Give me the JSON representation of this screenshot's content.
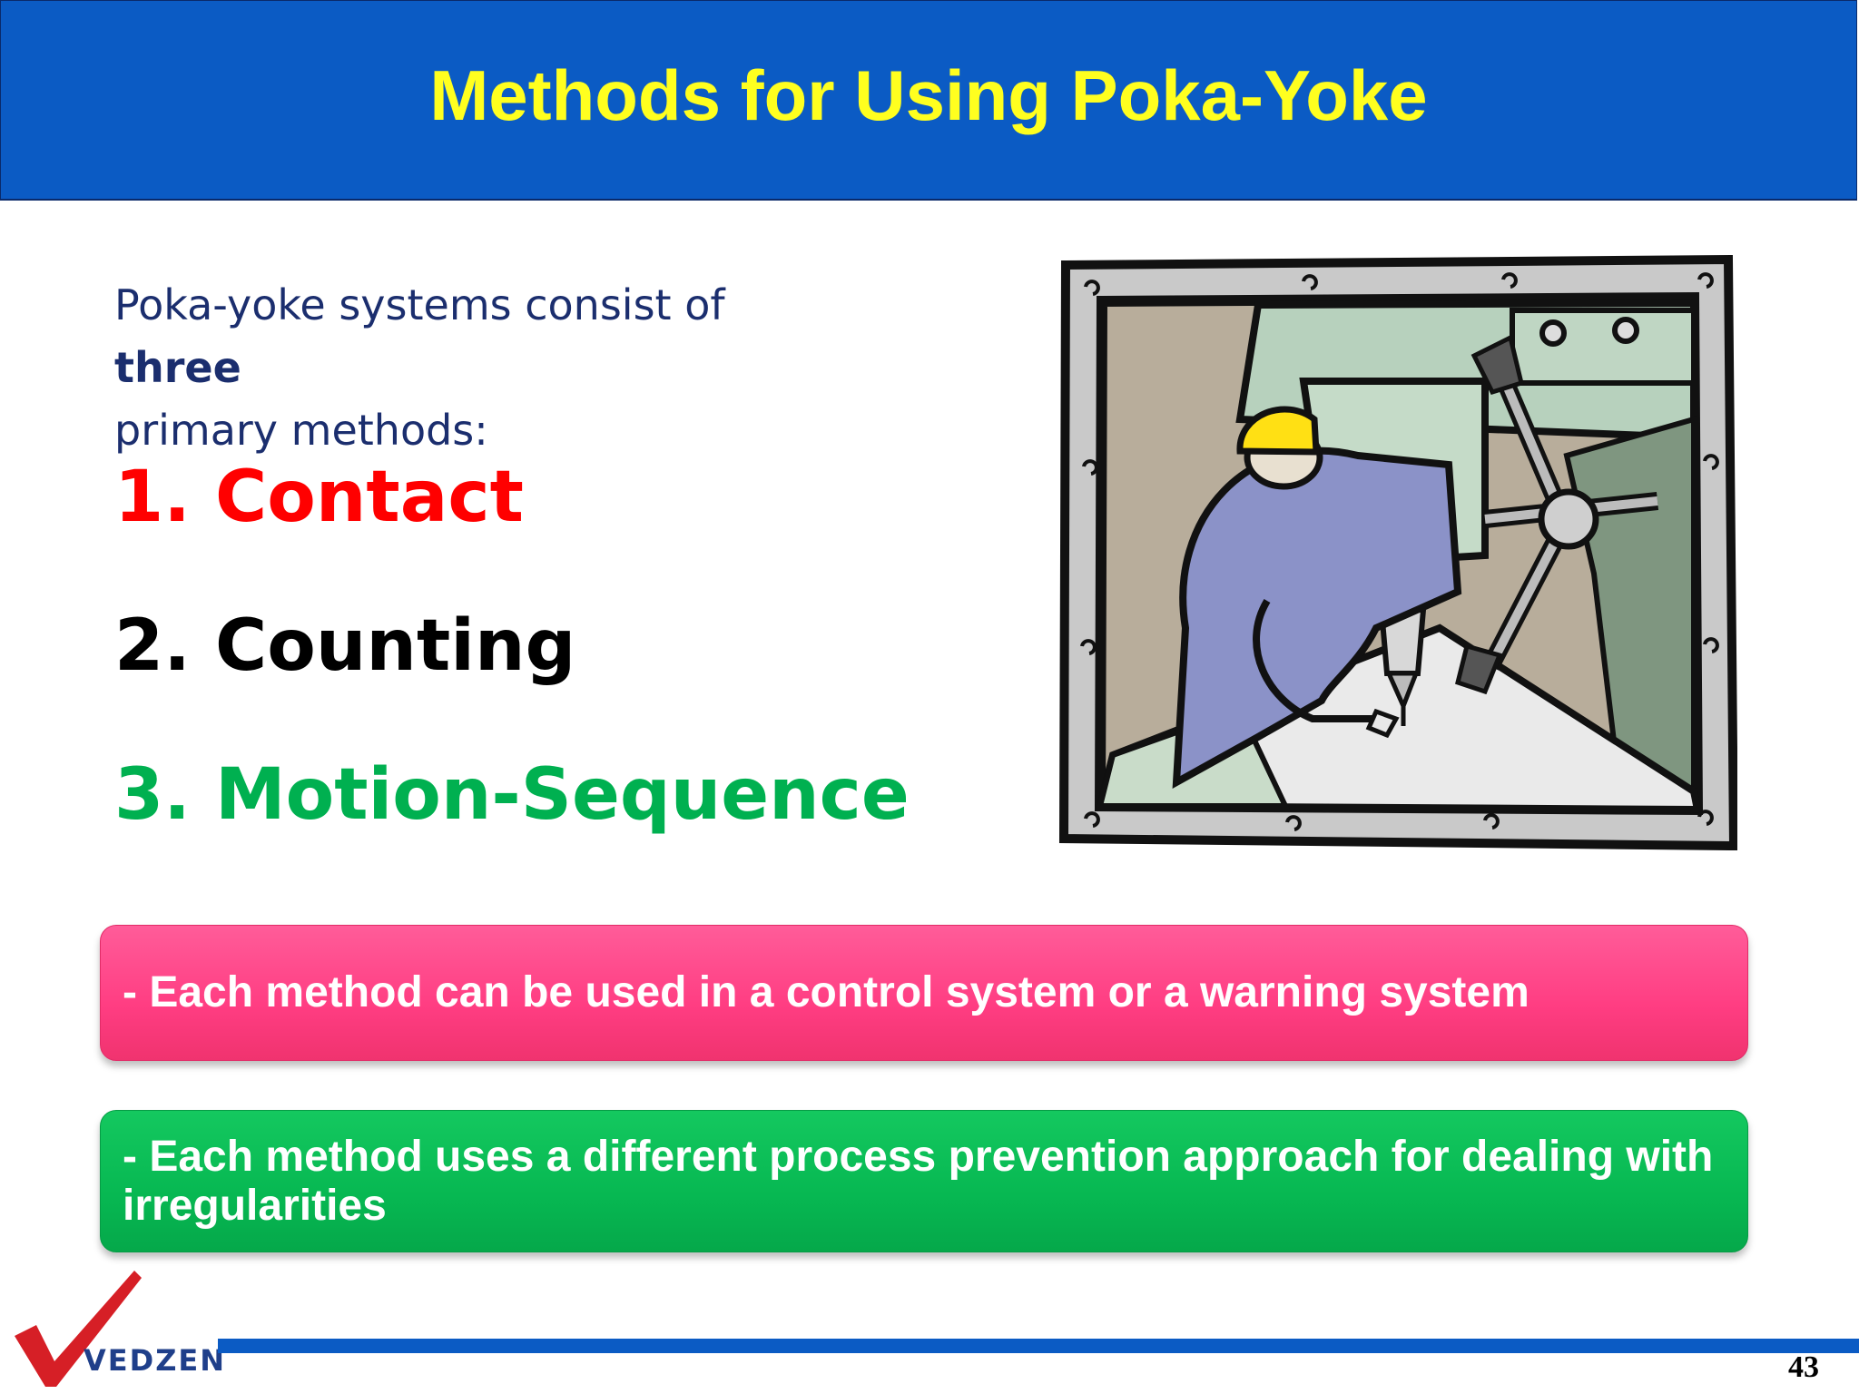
{
  "slide": {
    "title": "Methods for Using Poka-Yoke",
    "intro_prefix": "Poka-yoke systems consist of ",
    "intro_bold": "three",
    "intro_suffix": "primary methods:",
    "methods": [
      {
        "label": "1. Contact",
        "color": "#ff0000"
      },
      {
        "label": "2. Counting",
        "color": "#000000"
      },
      {
        "label": "3. Motion-Sequence",
        "color": "#00b050"
      }
    ],
    "callouts": [
      {
        "text": "- Each method can be used in a control system or a warning system",
        "color": "#ff4287"
      },
      {
        "text": "- Each method uses a different process prevention approach for dealing with irregularities",
        "color": "#07b852"
      }
    ],
    "logo_text": "VEDZEN",
    "page_number": "43"
  },
  "colors": {
    "header_bg": "#0b5bc4",
    "title": "#ffff1f",
    "intro_text": "#1b2e6e"
  },
  "icons": {
    "illustration": "worker-at-drill-press-illustration",
    "logo": "red-checkmark-logo"
  }
}
